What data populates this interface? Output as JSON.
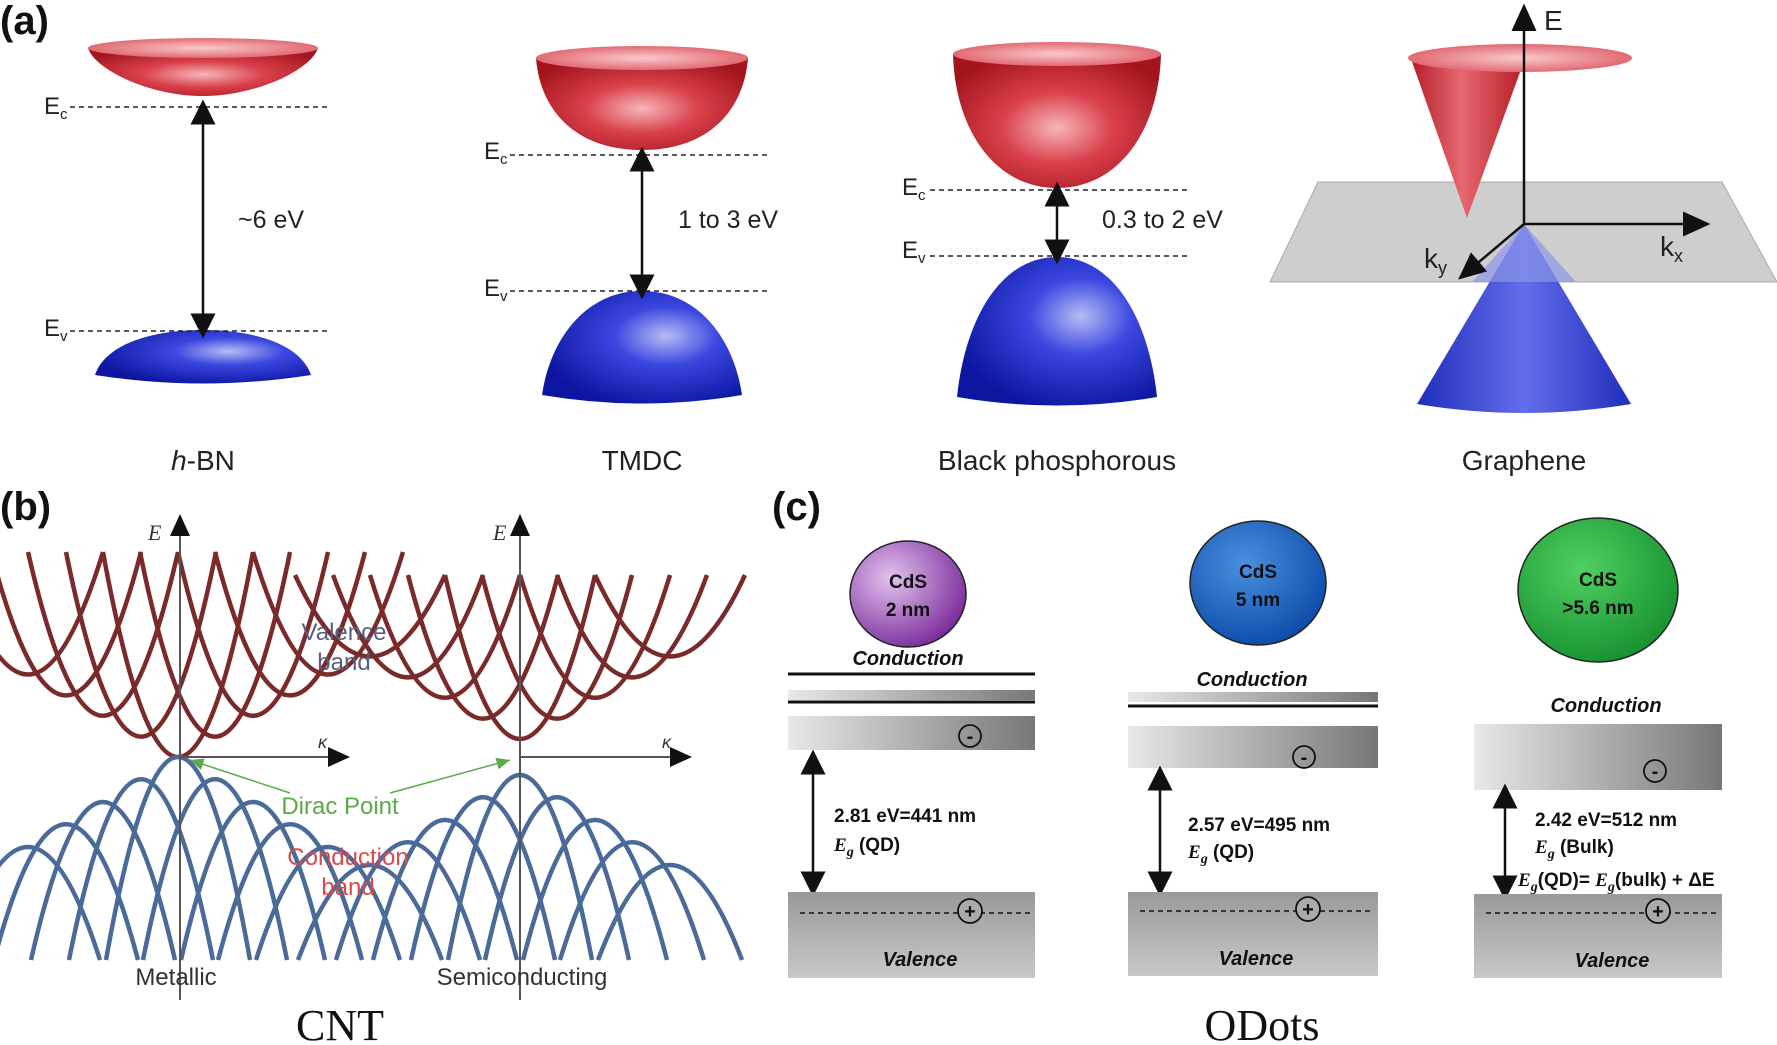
{
  "panels": {
    "a": {
      "label": "(a)",
      "materials": [
        {
          "name": "h-BN",
          "name_prefix": "h",
          "name_rest": "-BN",
          "gap": "~6 eV",
          "ec": "E",
          "ec_sub": "c",
          "ev": "E",
          "ev_sub": "v"
        },
        {
          "name": "TMDC",
          "gap": "1 to 3 eV",
          "ec": "E",
          "ec_sub": "c",
          "ev": "E",
          "ev_sub": "v"
        },
        {
          "name": "Black phosphorous",
          "gap": "0.3 to 2 eV",
          "ec": "E",
          "ec_sub": "c",
          "ev": "E",
          "ev_sub": "v"
        },
        {
          "name": "Graphene",
          "axis_e": "E",
          "axis_kx": "k",
          "axis_kx_sub": "x",
          "axis_ky": "k",
          "axis_ky_sub": "y"
        }
      ]
    },
    "b": {
      "label": "(b)",
      "axis_e": "E",
      "axis_k": "κ",
      "valence": [
        "Valence",
        "band"
      ],
      "dirac": "Dirac Point",
      "conduction": [
        "Conduction",
        "band"
      ],
      "metallic": "Metallic",
      "semiconducting": "Semiconducting",
      "caption": "CNT"
    },
    "c": {
      "label": "(c)",
      "caption": "ODots",
      "dots": [
        {
          "name": "CdS",
          "size": "2 nm",
          "conduction": "Conduction",
          "valence": "Valence",
          "energy": "2.81 eV=441 nm",
          "eg": "E",
          "eg_sub": "g",
          "eg_tail": " (QD)",
          "minus": "-",
          "plus": "+"
        },
        {
          "name": "CdS",
          "size": "5 nm",
          "conduction": "Conduction",
          "valence": "Valence",
          "energy": "2.57 eV=495 nm",
          "eg": "E",
          "eg_sub": "g",
          "eg_tail": " (QD)",
          "minus": "-",
          "plus": "+"
        },
        {
          "name": "CdS",
          "size": ">5.6 nm",
          "conduction": "Conduction",
          "valence": "Valence",
          "energy": "2.42 eV=512 nm",
          "eg": "E",
          "eg_sub": "g",
          "eg_tail": " (Bulk)",
          "formula": [
            "E",
            "g",
            "(QD)= ",
            "E",
            "g",
            "(bulk) + ΔE"
          ],
          "minus": "-",
          "plus": "+"
        }
      ]
    }
  },
  "colors": {
    "conduction_cone": "#d2303a",
    "valence_cone": "#1e2fd0",
    "cnt_valence": "#7a2a2a",
    "cnt_conduction": "#4a6a9a",
    "dirac": "#5aaa4a",
    "qd_2nm": "#9c4fb8",
    "qd_5nm": "#1a5fc0",
    "qd_56nm": "#22a83a"
  }
}
